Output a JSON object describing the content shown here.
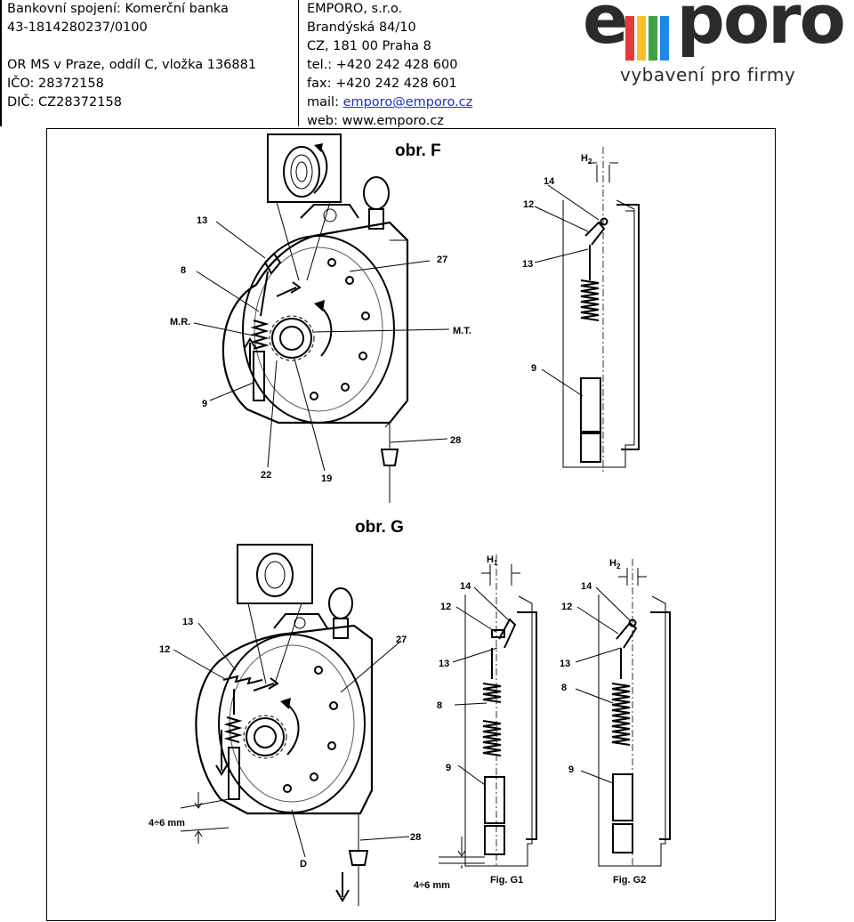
{
  "header": {
    "left_lines": [
      "Bankovní spojení: Komerční banka",
      "43-1814280237/0100",
      "",
      "OR MS v Praze,  oddíl C, vložka 136881",
      "IČO: 28372158",
      "DIČ: CZ28372158"
    ],
    "company": "EMPORO, s.r.o.",
    "street": "Brandýská 84/10",
    "city": "CZ, 181 00 Praha 8",
    "phone": "tel.: +420 242 428 600",
    "fax": "fax: +420 242 428 601",
    "mail_prefix": "mail: ",
    "mail": "emporo@emporo.cz",
    "web": "web: www.emporo.cz"
  },
  "logo": {
    "word_start": "e",
    "word_end": "poro",
    "tagline": "vybavení pro firmy",
    "bar_colors": [
      "#e53935",
      "#fbc02d",
      "#43a047",
      "#1e88e5"
    ]
  },
  "figF": {
    "title": "obr. F",
    "labels": {
      "l13": "13",
      "l8": "8",
      "lMR": "M.R.",
      "l9": "9",
      "l27": "27",
      "lMT": "M.T.",
      "l28": "28",
      "l22": "22",
      "l19": "19",
      "l14": "14",
      "l12": "12",
      "l13b": "13",
      "l9b": "9",
      "h2": "H",
      "h2sub": "2"
    }
  },
  "figG": {
    "title": "obr. G",
    "labels": {
      "l13": "13",
      "l12": "12",
      "l27": "27",
      "l28": "28",
      "lD": "D",
      "mm": "4÷6 mm",
      "g1_14": "14",
      "g1_12": "12",
      "g1_13": "13",
      "g1_8": "8",
      "g1_9": "9",
      "g1_h": "H",
      "g1_hsub": "1",
      "g1_mm": "4÷6 mm",
      "g1_fig": "Fig. G1",
      "g2_14": "14",
      "g2_12": "12",
      "g2_13": "13",
      "g2_8": "8",
      "g2_9": "9",
      "g2_h": "H",
      "g2_hsub": "2",
      "g2_fig": "Fig. G2"
    }
  }
}
